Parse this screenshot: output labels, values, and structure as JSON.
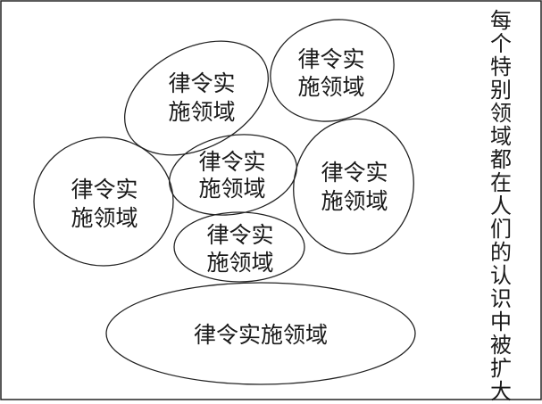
{
  "regions": [
    {
      "id": "top-left",
      "lines": [
        "律令实",
        "施领域"
      ]
    },
    {
      "id": "top-right",
      "lines": [
        "律令实",
        "施领域"
      ]
    },
    {
      "id": "middle-center",
      "lines": [
        "律令实",
        "施领域"
      ]
    },
    {
      "id": "left",
      "lines": [
        "律令实",
        "施领域"
      ]
    },
    {
      "id": "right",
      "lines": [
        "律令实",
        "施领域"
      ]
    },
    {
      "id": "lower-center",
      "lines": [
        "律令实",
        "施领域"
      ]
    },
    {
      "id": "bottom",
      "lines": [
        "律令实施领域"
      ]
    }
  ],
  "side_caption": "每个特别领域都在人们的认识中被扩大"
}
